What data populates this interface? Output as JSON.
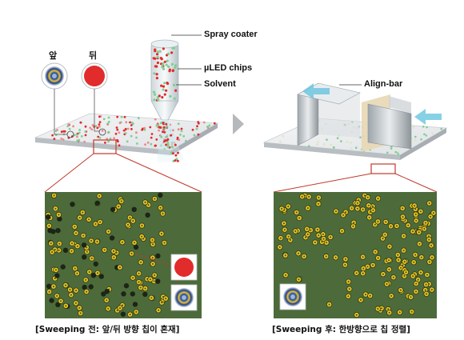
{
  "labels": {
    "front": "앞",
    "back": "뒤",
    "spray_coater": "Spray coater",
    "uled_chips": "µLED chips",
    "solvent": "Solvent",
    "align_bar": "Align-bar"
  },
  "captions": {
    "before": "[Sweeping 전: 앞/뒤 방향 칩이 혼재]",
    "after": "[Sweeping 후: 한방향으로 칩 정렬]"
  },
  "colors": {
    "chip_front": "#f0c419",
    "chip_back": "#e22b2b",
    "micrograph_bg": "#4d6b3a",
    "callout_line": "#c0392b",
    "arrow": "#4db6d6"
  },
  "icons": {
    "front_chip": "front-chip-icon",
    "back_chip": "back-chip-icon",
    "process_arrow": "chevron-right-icon"
  }
}
